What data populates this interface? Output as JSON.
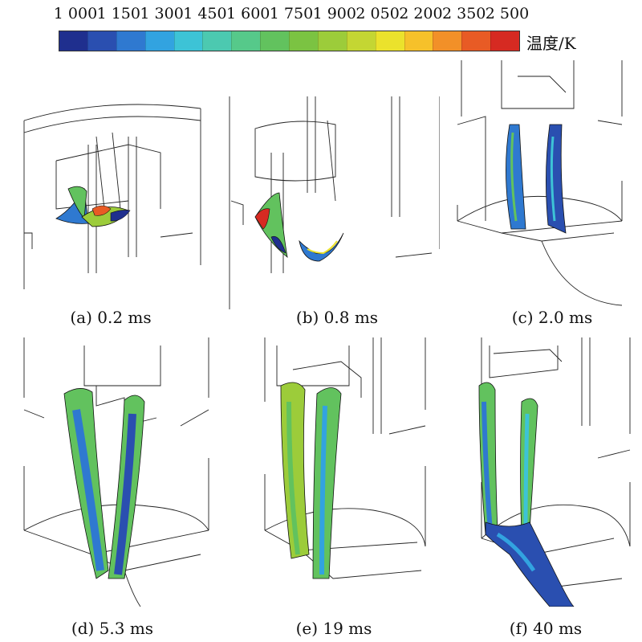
{
  "colorbar": {
    "ticks": [
      "1 000",
      "1 150",
      "1 300",
      "1 450",
      "1 600",
      "1 750",
      "1 900",
      "2 050",
      "2 200",
      "2 350",
      "2 500"
    ],
    "unit_label": "温度/K",
    "colors": [
      "#1f2f8e",
      "#2a4fb0",
      "#2f79d0",
      "#32a3e0",
      "#3dc3d6",
      "#4cc9b0",
      "#56c98a",
      "#62c25e",
      "#7bc342",
      "#9ccc3a",
      "#c4d633",
      "#ebe22c",
      "#f6c12a",
      "#f29028",
      "#e85b25",
      "#d62a22"
    ]
  },
  "panels": [
    {
      "caption": "(a) 0.2 ms"
    },
    {
      "caption": "(b) 0.8 ms"
    },
    {
      "caption": "(c) 2.0 ms"
    },
    {
      "caption": "(d) 5.3 ms"
    },
    {
      "caption": "(e) 19 ms"
    },
    {
      "caption": "(f) 40 ms"
    }
  ]
}
